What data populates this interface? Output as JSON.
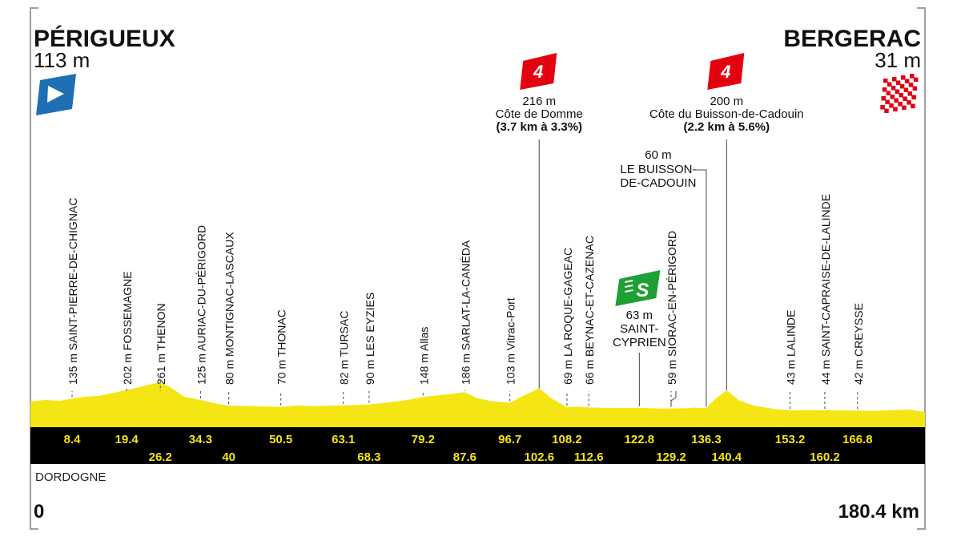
{
  "start": {
    "name": "PÉRIGUEUX",
    "altitude": "113 m"
  },
  "finish": {
    "name": "BERGERAC",
    "altitude": "31 m"
  },
  "region": "DORDOGNE",
  "distance": {
    "start": "0",
    "end": "180.4 km"
  },
  "climbs": [
    {
      "km": 102.6,
      "category": "4",
      "altitude": "216 m",
      "name": "Côte de Domme",
      "detail": "(3.7 km à 3.3%)"
    },
    {
      "km": 140.4,
      "category": "4",
      "altitude": "200 m",
      "name": "Côte du Buisson-de-Cadouin",
      "detail": "(2.2 km à 5.6%)"
    }
  ],
  "sprint": {
    "km": 122.8,
    "icon": "sprint-s-icon",
    "label": "S",
    "altitude": "63 m",
    "name_line1": "SAINT-",
    "name_line2": "CYPRIEN"
  },
  "buisson": {
    "km": 136.3,
    "altitude": "60 m",
    "name_line1": "LE BUISSON-",
    "name_line2": "DE-CADOUIN"
  },
  "waypoints": [
    {
      "km": 8.4,
      "label": "8.4",
      "text": "135 m SAINT-PIERRE-DE-CHIGNAC",
      "row": 1
    },
    {
      "km": 19.4,
      "label": "19.4",
      "text": "202 m FOSSEMAGNE",
      "row": 1
    },
    {
      "km": 26.2,
      "label": "26.2",
      "text": "261 m THENON",
      "row": 2
    },
    {
      "km": 34.3,
      "label": "34.3",
      "text": "125 m AURIAC-DU-PÉRIGORD",
      "row": 1
    },
    {
      "km": 40,
      "label": "40",
      "text": "80 m MONTIGNAC-LASCAUX",
      "row": 2
    },
    {
      "km": 50.5,
      "label": "50.5",
      "text": "70 m THONAC",
      "row": 1
    },
    {
      "km": 63.1,
      "label": "63.1",
      "text": "82 m TURSAC",
      "row": 1
    },
    {
      "km": 68.3,
      "label": "68.3",
      "text": "90 m LES EYZIES",
      "row": 2
    },
    {
      "km": 79.2,
      "label": "79.2",
      "text": "148 m Allas",
      "row": 1
    },
    {
      "km": 87.6,
      "label": "87.6",
      "text": "186 m SARLAT-LA-CANÉDA",
      "row": 2
    },
    {
      "km": 96.7,
      "label": "96.7",
      "text": "103 m Vitrac-Port",
      "row": 1
    },
    {
      "km": 102.6,
      "label": "102.6",
      "text": "",
      "row": 2
    },
    {
      "km": 108.2,
      "label": "108.2",
      "text": "69 m LA ROQUE-GAGEAC",
      "row": 1
    },
    {
      "km": 112.6,
      "label": "112.6",
      "text": "66 m BEYNAC-ET-CAZENAC",
      "row": 2
    },
    {
      "km": 122.8,
      "label": "122.8",
      "text": "",
      "row": 1
    },
    {
      "km": 129.2,
      "label": "129.2",
      "text": "59 m SIORAC-EN-PÉRIGORD",
      "row": 2
    },
    {
      "km": 136.3,
      "label": "136.3",
      "text": "",
      "row": 1
    },
    {
      "km": 140.4,
      "label": "140.4",
      "text": "",
      "row": 2
    },
    {
      "km": 153.2,
      "label": "153.2",
      "text": "43 m LALINDE",
      "row": 1
    },
    {
      "km": 160.2,
      "label": "160.2",
      "text": "44 m SAINT-CAPRAISE-DE-LALINDE",
      "row": 2
    },
    {
      "km": 166.8,
      "label": "166.8",
      "text": "42 m CREYSSE",
      "row": 1
    }
  ],
  "profile_km": [
    0,
    3,
    6,
    8.4,
    11,
    14,
    16,
    19.4,
    22,
    24,
    26.2,
    28,
    31,
    34.3,
    37,
    40,
    44,
    48,
    50.5,
    54,
    57,
    60,
    63.1,
    66,
    68.3,
    72,
    76,
    79.2,
    82,
    85,
    87.6,
    90,
    93,
    96.7,
    99,
    102.6,
    105,
    108.2,
    110,
    112.6,
    116,
    120,
    122.8,
    125,
    127,
    129.2,
    132,
    134,
    136.3,
    138,
    140.4,
    143,
    146,
    150,
    153.2,
    157,
    160.2,
    164,
    166.8,
    170,
    174,
    177,
    180.4
  ],
  "profile_alt": [
    113,
    125,
    118,
    135,
    150,
    158,
    175,
    202,
    225,
    245,
    261,
    230,
    150,
    125,
    100,
    80,
    78,
    74,
    70,
    82,
    76,
    80,
    82,
    86,
    90,
    105,
    125,
    148,
    160,
    172,
    186,
    140,
    115,
    103,
    150,
    216,
    140,
    69,
    72,
    66,
    63,
    62,
    63,
    60,
    58,
    59,
    60,
    65,
    60,
    130,
    200,
    120,
    80,
    55,
    43,
    46,
    44,
    43,
    42,
    40,
    45,
    50,
    31
  ],
  "colors": {
    "profile": "#f5e512",
    "band": "#000000",
    "km_text": "#f5e512",
    "climb": "#e3000f",
    "sprint": "#1fa034",
    "start_flag": "#1f6fb5",
    "frame": "#999999"
  }
}
